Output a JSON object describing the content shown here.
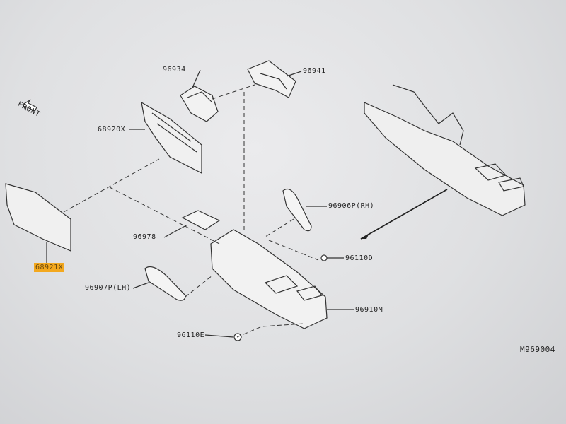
{
  "diagram": {
    "direction_label": "FRONT",
    "drawing_code": "M969004",
    "parts": [
      {
        "id": "p1",
        "number": "96934",
        "highlight": false
      },
      {
        "id": "p2",
        "number": "96941",
        "highlight": false
      },
      {
        "id": "p3",
        "number": "68920X",
        "highlight": false
      },
      {
        "id": "p4",
        "number": "68921X",
        "highlight": true
      },
      {
        "id": "p5",
        "number": "96978",
        "highlight": false
      },
      {
        "id": "p6",
        "number": "96906P(RH)",
        "highlight": false
      },
      {
        "id": "p7",
        "number": "96110D",
        "highlight": false
      },
      {
        "id": "p8",
        "number": "96907P(LH)",
        "highlight": false
      },
      {
        "id": "p9",
        "number": "96910M",
        "highlight": false
      },
      {
        "id": "p10",
        "number": "96110E",
        "highlight": false
      }
    ],
    "highlight_color": "#f3a81e"
  }
}
